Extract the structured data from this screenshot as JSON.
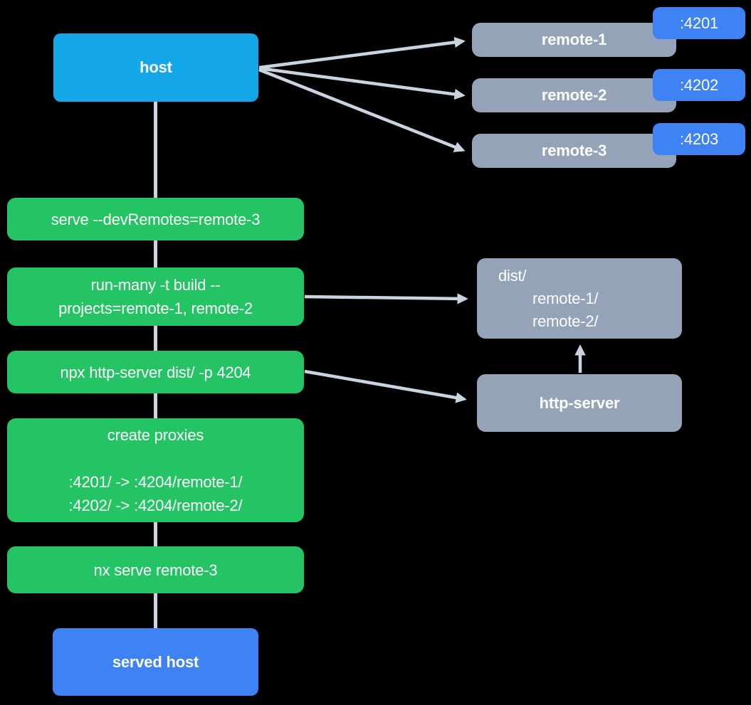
{
  "diagram": {
    "host": {
      "label": "host"
    },
    "remotes": [
      {
        "label": "remote-1",
        "port": ":4201"
      },
      {
        "label": "remote-2",
        "port": ":4202"
      },
      {
        "label": "remote-3",
        "port": ":4203"
      }
    ],
    "steps": {
      "serve": "serve --devRemotes=remote-3",
      "run_many_line1": "run-many -t build --",
      "run_many_line2": "projects=remote-1, remote-2",
      "http_server_cmd": "npx http-server dist/ -p 4204",
      "proxies_title": "create proxies",
      "proxy_rule_1": ":4201/ -> :4204/remote-1/",
      "proxy_rule_2": ":4202/ -> :4204/remote-2/",
      "nx_serve": "nx serve remote-3"
    },
    "dist": {
      "folder": "dist/",
      "entry1": "remote-1/",
      "entry2": "remote-2/"
    },
    "http_server": {
      "label": "http-server"
    },
    "served_host": {
      "label": "served host"
    },
    "colors": {
      "host_blue": "#14a7e8",
      "accent_blue": "#3f82f4",
      "node_gray": "#94a3b8",
      "step_green": "#24c465",
      "connector_gray": "#c9d3e2",
      "background": "#000000",
      "text": "#ffffff"
    }
  }
}
